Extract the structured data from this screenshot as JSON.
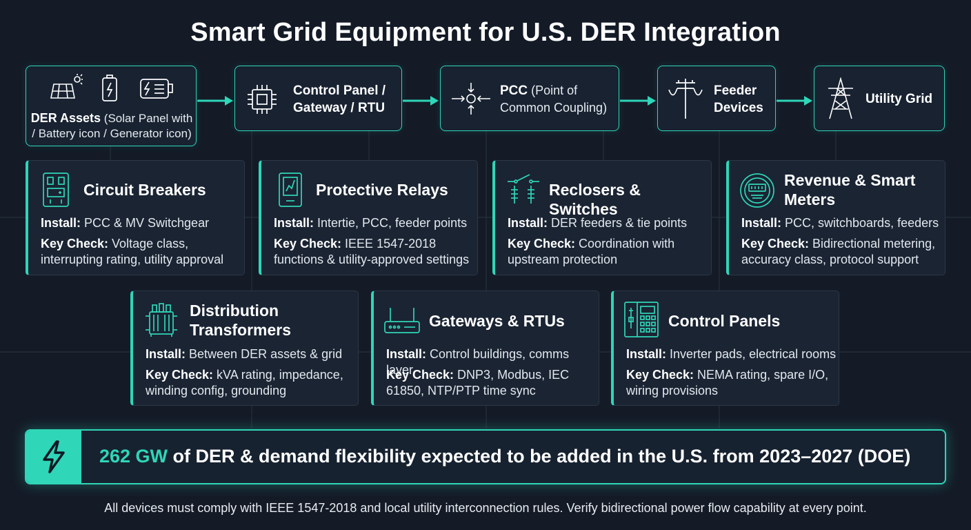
{
  "title": "Smart Grid Equipment for U.S. DER Integration",
  "flow": [
    {
      "bold": "DER Assets",
      "light1": " (Solar Panel with",
      "line2": "/ Battery icon / Generator icon)"
    },
    {
      "line1": "Control Panel /",
      "line2": "Gateway / RTU"
    },
    {
      "bold": "PCC",
      "light1": " (Point of",
      "line2": "Common Coupling)"
    },
    {
      "line1": "Feeder",
      "line2": "Devices"
    },
    {
      "line1": "Utility Grid"
    }
  ],
  "labels": {
    "install": "Install:",
    "key_check": "Key Check:"
  },
  "cards": [
    {
      "title": "Circuit Breakers",
      "install": " PCC & MV Switchgear",
      "check1": " Voltage class,",
      "check2": "interrupting rating, utility approval"
    },
    {
      "title": "Protective Relays",
      "install": " Intertie, PCC, feeder points",
      "check1": " IEEE 1547-2018",
      "check2": "functions & utility-approved settings"
    },
    {
      "title": "Reclosers & Switches",
      "install": " DER feeders & tie points",
      "check1": " Coordination with",
      "check2": "upstream protection"
    },
    {
      "title1": "Revenue & Smart",
      "title2": "Meters",
      "install": " PCC, switchboards, feeders",
      "check1": " Bidirectional metering,",
      "check2": "accuracy class, protocol support"
    },
    {
      "title1": "Distribution",
      "title2": "Transformers",
      "install": " Between DER assets & grid",
      "check1": " kVA rating, impedance,",
      "check2": "winding config, grounding"
    },
    {
      "title": "Gateways & RTUs",
      "install": " Control buildings, comms layer",
      "check1": " DNP3, Modbus, IEC",
      "check2": "61850, NTP/PTP time sync"
    },
    {
      "title": "Control Panels",
      "install": " Inverter pads, electrical rooms",
      "check1": " NEMA rating, spare I/O,",
      "check2": "wiring provisions"
    }
  ],
  "banner": {
    "highlight": "262 GW",
    "text": " of DER & demand flexibility expected to be added in the U.S. from 2023–2027 (DOE)"
  },
  "footnote": "All devices must comply with IEEE 1547-2018 and local utility interconnection rules. Verify bidirectional power flow capability at every point.",
  "colors": {
    "accent": "#2fd6b8",
    "background": "#141b27",
    "card": "#1a2433"
  },
  "icons": [
    "solar-panel-icon",
    "battery-icon",
    "generator-icon",
    "chip-icon",
    "coupling-icon",
    "utility-pole-icon",
    "transmission-tower-icon",
    "breaker-icon",
    "relay-icon",
    "recloser-icon",
    "meter-icon",
    "transformer-icon",
    "router-icon",
    "control-panel-icon",
    "lightning-icon"
  ]
}
